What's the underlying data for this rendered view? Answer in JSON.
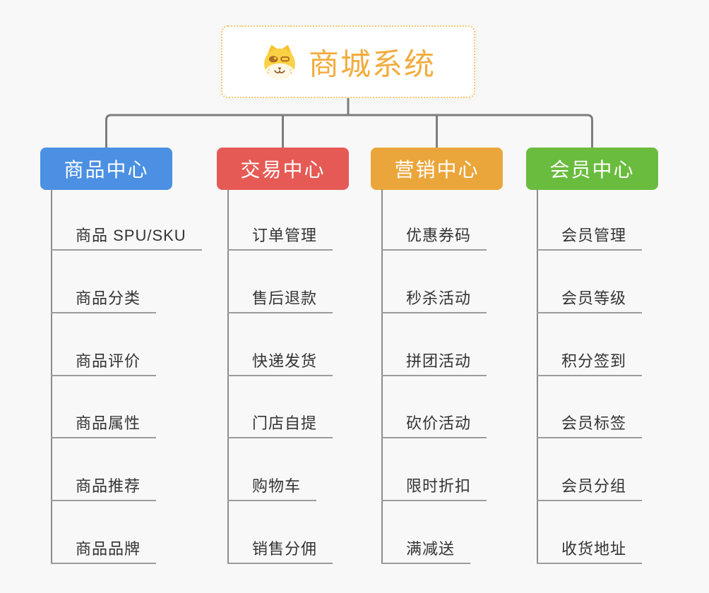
{
  "canvas": {
    "background": "#F8F8F8",
    "connector_color": "#7D7D7D",
    "spine_color": "#8C8C8C",
    "underline_color": "#9C9C9C"
  },
  "root": {
    "title": "商城系统",
    "title_color": "#F2AC3E",
    "border_color": "#F6C66F",
    "background": "#FFFFFF",
    "icon": "doge-icon"
  },
  "branches": [
    {
      "label": "商品中心",
      "color": "#4B90E2",
      "children": [
        "商品 SPU/SKU",
        "商品分类",
        "商品评价",
        "商品属性",
        "商品推荐",
        "商品品牌"
      ]
    },
    {
      "label": "交易中心",
      "color": "#E65A55",
      "children": [
        "订单管理",
        "售后退款",
        "快递发货",
        "门店自提",
        "购物车",
        "销售分佣"
      ]
    },
    {
      "label": "营销中心",
      "color": "#EBA63B",
      "children": [
        "优惠券码",
        "秒杀活动",
        "拼团活动",
        "砍价活动",
        "限时折扣",
        "满减送"
      ]
    },
    {
      "label": "会员中心",
      "color": "#6ABC3E",
      "children": [
        "会员管理",
        "会员等级",
        "积分签到",
        "会员标签",
        "会员分组",
        "收货地址"
      ]
    }
  ]
}
